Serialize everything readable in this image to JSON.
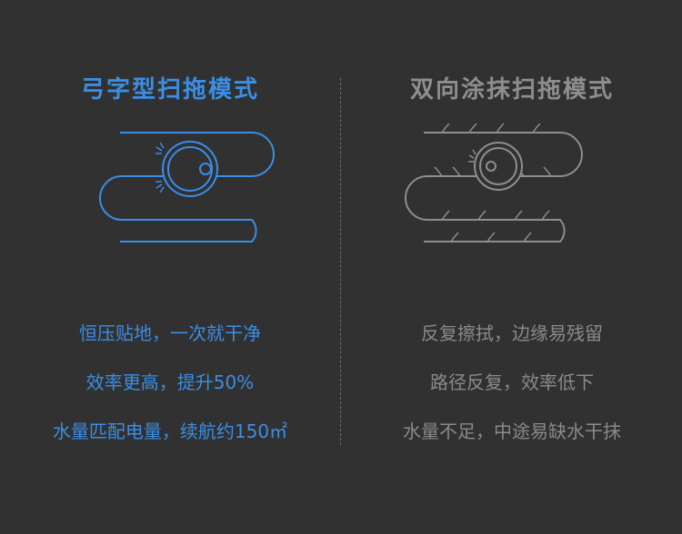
{
  "left": {
    "title": "弓字型扫拖模式",
    "features": [
      "恒压贴地，一次就干净",
      "效率更高，提升50%",
      "水量匹配电量，续航约150㎡"
    ],
    "icon": "robot-vacuum-icon",
    "color": "#3a8ee6"
  },
  "right": {
    "title": "双向涂抹扫拖模式",
    "features": [
      "反复擦拭，边缘易残留",
      "路径反复，效率低下",
      "水量不足，中途易缺水干抹"
    ],
    "icon": "robot-vacuum-icon",
    "color": "#8e8e8e"
  }
}
